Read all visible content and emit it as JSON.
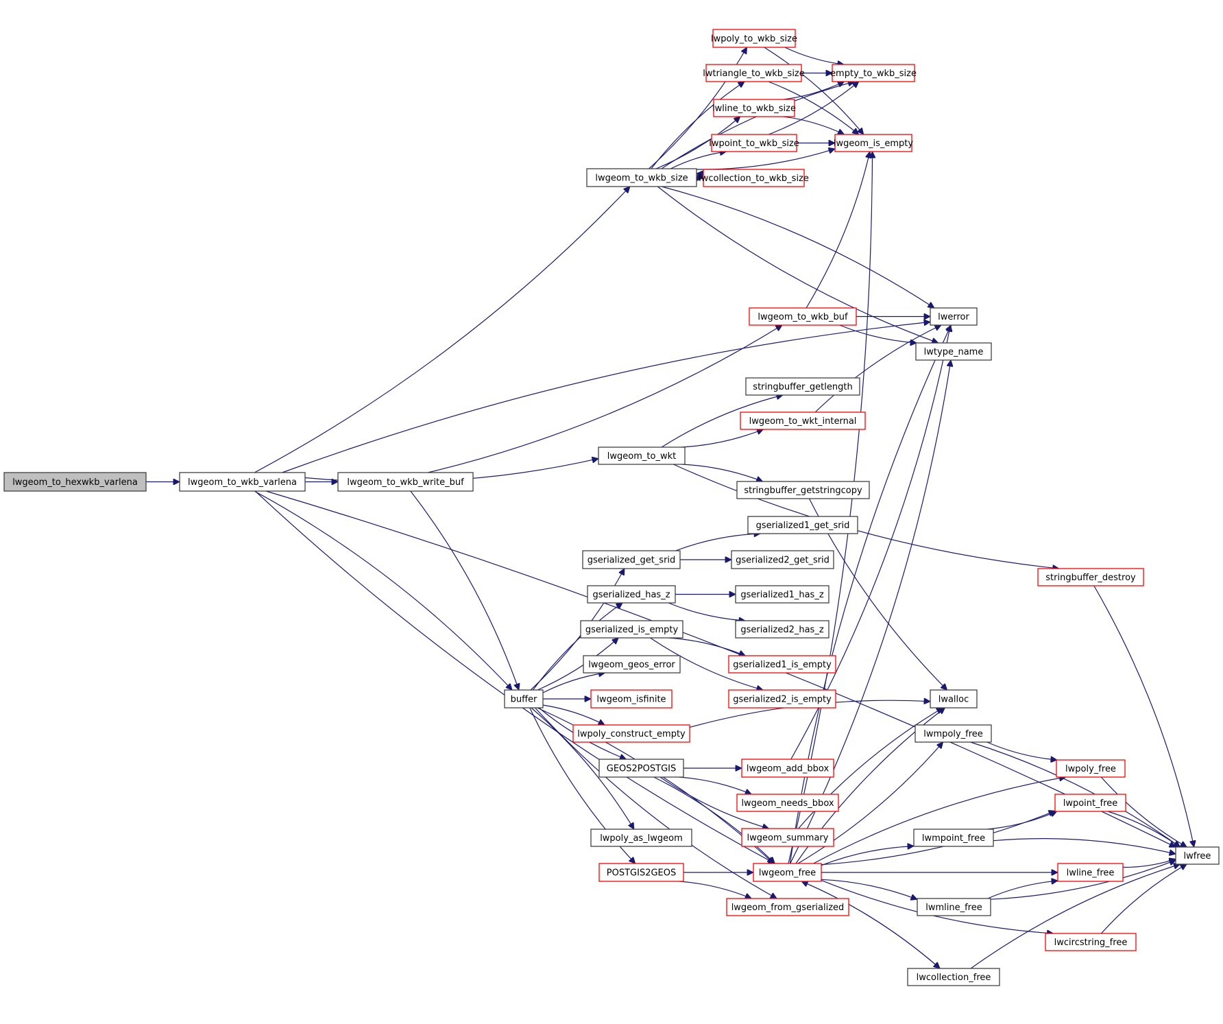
{
  "diagram": {
    "type": "call-graph",
    "colors": {
      "edge": "#191970",
      "root_fill": "#bfbfbf",
      "normal_border": "#404040",
      "truncated_border": "#ff0000"
    },
    "nodes": [
      {
        "id": "hexwkb_varlena",
        "label": "lwgeom_to_hexwkb_varlena",
        "kind": "root"
      },
      {
        "id": "wkb_varlena",
        "label": "lwgeom_to_wkb_varlena",
        "kind": "normal"
      },
      {
        "id": "wkb_write_buf",
        "label": "lwgeom_to_wkb_write_buf",
        "kind": "normal"
      },
      {
        "id": "wkb_size",
        "label": "lwgeom_to_wkb_size",
        "kind": "normal"
      },
      {
        "id": "poly_wkb_size",
        "label": "lwpoly_to_wkb_size",
        "kind": "truncated"
      },
      {
        "id": "triangle_wkb_size",
        "label": "lwtriangle_to_wkb_size",
        "kind": "truncated"
      },
      {
        "id": "line_wkb_size",
        "label": "lwline_to_wkb_size",
        "kind": "truncated"
      },
      {
        "id": "point_wkb_size",
        "label": "lwpoint_to_wkb_size",
        "kind": "truncated"
      },
      {
        "id": "collection_wkb_size",
        "label": "lwcollection_to_wkb_size",
        "kind": "truncated"
      },
      {
        "id": "empty_wkb_size",
        "label": "empty_to_wkb_size",
        "kind": "truncated"
      },
      {
        "id": "is_empty",
        "label": "lwgeom_is_empty",
        "kind": "truncated"
      },
      {
        "id": "wkb_buf",
        "label": "lwgeom_to_wkb_buf",
        "kind": "truncated"
      },
      {
        "id": "lwerror",
        "label": "lwerror",
        "kind": "normal"
      },
      {
        "id": "lwtype_name",
        "label": "lwtype_name",
        "kind": "normal"
      },
      {
        "id": "sb_getlength",
        "label": "stringbuffer_getlength",
        "kind": "normal"
      },
      {
        "id": "wkt_internal",
        "label": "lwgeom_to_wkt_internal",
        "kind": "truncated"
      },
      {
        "id": "to_wkt",
        "label": "lwgeom_to_wkt",
        "kind": "normal"
      },
      {
        "id": "sb_getstringcopy",
        "label": "stringbuffer_getstringcopy",
        "kind": "normal"
      },
      {
        "id": "sb_destroy",
        "label": "stringbuffer_destroy",
        "kind": "truncated"
      },
      {
        "id": "gs1_get_srid",
        "label": "gserialized1_get_srid",
        "kind": "normal"
      },
      {
        "id": "gs_get_srid",
        "label": "gserialized_get_srid",
        "kind": "normal"
      },
      {
        "id": "gs2_get_srid",
        "label": "gserialized2_get_srid",
        "kind": "normal"
      },
      {
        "id": "gs_has_z",
        "label": "gserialized_has_z",
        "kind": "normal"
      },
      {
        "id": "gs1_has_z",
        "label": "gserialized1_has_z",
        "kind": "normal"
      },
      {
        "id": "gs2_has_z",
        "label": "gserialized2_has_z",
        "kind": "normal"
      },
      {
        "id": "gs_is_empty",
        "label": "gserialized_is_empty",
        "kind": "normal"
      },
      {
        "id": "gs1_is_empty",
        "label": "gserialized1_is_empty",
        "kind": "truncated"
      },
      {
        "id": "gs2_is_empty",
        "label": "gserialized2_is_empty",
        "kind": "truncated"
      },
      {
        "id": "geos_error",
        "label": "lwgeom_geos_error",
        "kind": "normal"
      },
      {
        "id": "buffer",
        "label": "buffer",
        "kind": "normal"
      },
      {
        "id": "isfinite",
        "label": "lwgeom_isfinite",
        "kind": "truncated"
      },
      {
        "id": "poly_construct_empty",
        "label": "lwpoly_construct_empty",
        "kind": "truncated"
      },
      {
        "id": "lwalloc",
        "label": "lwalloc",
        "kind": "normal"
      },
      {
        "id": "geos2postgis",
        "label": "GEOS2POSTGIS",
        "kind": "normal"
      },
      {
        "id": "add_bbox",
        "label": "lwgeom_add_bbox",
        "kind": "truncated"
      },
      {
        "id": "needs_bbox",
        "label": "lwgeom_needs_bbox",
        "kind": "truncated"
      },
      {
        "id": "summary",
        "label": "lwgeom_summary",
        "kind": "truncated"
      },
      {
        "id": "poly_as_lwgeom",
        "label": "lwpoly_as_lwgeom",
        "kind": "normal"
      },
      {
        "id": "postgis2geos",
        "label": "POSTGIS2GEOS",
        "kind": "truncated"
      },
      {
        "id": "lwgeom_free",
        "label": "lwgeom_free",
        "kind": "truncated"
      },
      {
        "id": "from_gserialized",
        "label": "lwgeom_from_gserialized",
        "kind": "truncated"
      },
      {
        "id": "mpoly_free",
        "label": "lwmpoly_free",
        "kind": "normal"
      },
      {
        "id": "poly_free",
        "label": "lwpoly_free",
        "kind": "truncated"
      },
      {
        "id": "point_free",
        "label": "lwpoint_free",
        "kind": "truncated"
      },
      {
        "id": "mpoint_free",
        "label": "lwmpoint_free",
        "kind": "normal"
      },
      {
        "id": "line_free",
        "label": "lwline_free",
        "kind": "truncated"
      },
      {
        "id": "mline_free",
        "label": "lwmline_free",
        "kind": "normal"
      },
      {
        "id": "circstring_free",
        "label": "lwcircstring_free",
        "kind": "truncated"
      },
      {
        "id": "collection_free",
        "label": "lwcollection_free",
        "kind": "normal"
      },
      {
        "id": "lwfree",
        "label": "lwfree",
        "kind": "normal"
      }
    ],
    "edges": [
      [
        "hexwkb_varlena",
        "wkb_varlena"
      ],
      [
        "wkb_varlena",
        "wkb_write_buf"
      ],
      [
        "wkb_varlena",
        "wkb_size"
      ],
      [
        "wkb_varlena",
        "lwerror"
      ],
      [
        "wkb_varlena",
        "to_wkt"
      ],
      [
        "wkb_varlena",
        "buffer"
      ],
      [
        "wkb_varlena",
        "lwgeom_free"
      ],
      [
        "wkb_varlena",
        "lwfree"
      ],
      [
        "wkb_write_buf",
        "wkb_buf"
      ],
      [
        "wkb_write_buf",
        "buffer"
      ],
      [
        "wkb_size",
        "poly_wkb_size"
      ],
      [
        "wkb_size",
        "triangle_wkb_size"
      ],
      [
        "wkb_size",
        "line_wkb_size"
      ],
      [
        "wkb_size",
        "point_wkb_size"
      ],
      [
        "wkb_size",
        "collection_wkb_size"
      ],
      [
        "wkb_size",
        "empty_wkb_size"
      ],
      [
        "wkb_size",
        "is_empty"
      ],
      [
        "wkb_size",
        "lwerror"
      ],
      [
        "wkb_size",
        "lwtype_name"
      ],
      [
        "collection_wkb_size",
        "wkb_size"
      ],
      [
        "poly_wkb_size",
        "empty_wkb_size"
      ],
      [
        "poly_wkb_size",
        "is_empty"
      ],
      [
        "triangle_wkb_size",
        "empty_wkb_size"
      ],
      [
        "triangle_wkb_size",
        "is_empty"
      ],
      [
        "line_wkb_size",
        "empty_wkb_size"
      ],
      [
        "line_wkb_size",
        "is_empty"
      ],
      [
        "point_wkb_size",
        "empty_wkb_size"
      ],
      [
        "point_wkb_size",
        "is_empty"
      ],
      [
        "wkb_buf",
        "is_empty"
      ],
      [
        "wkb_buf",
        "lwerror"
      ],
      [
        "wkb_buf",
        "lwtype_name"
      ],
      [
        "to_wkt",
        "sb_getlength"
      ],
      [
        "to_wkt",
        "wkt_internal"
      ],
      [
        "to_wkt",
        "sb_getstringcopy"
      ],
      [
        "to_wkt",
        "sb_destroy"
      ],
      [
        "wkt_internal",
        "lwerror"
      ],
      [
        "sb_getstringcopy",
        "lwalloc"
      ],
      [
        "sb_destroy",
        "lwfree"
      ],
      [
        "buffer",
        "gs_get_srid"
      ],
      [
        "buffer",
        "gs_has_z"
      ],
      [
        "buffer",
        "gs_is_empty"
      ],
      [
        "buffer",
        "geos_error"
      ],
      [
        "buffer",
        "isfinite"
      ],
      [
        "buffer",
        "poly_construct_empty"
      ],
      [
        "buffer",
        "geos2postgis"
      ],
      [
        "buffer",
        "poly_as_lwgeom"
      ],
      [
        "buffer",
        "postgis2geos"
      ],
      [
        "buffer",
        "lwgeom_free"
      ],
      [
        "buffer",
        "from_gserialized"
      ],
      [
        "gs_get_srid",
        "gs1_get_srid"
      ],
      [
        "gs_get_srid",
        "gs2_get_srid"
      ],
      [
        "gs_has_z",
        "gs1_has_z"
      ],
      [
        "gs_has_z",
        "gs2_has_z"
      ],
      [
        "gs_is_empty",
        "gs1_is_empty"
      ],
      [
        "gs_is_empty",
        "gs2_is_empty"
      ],
      [
        "poly_construct_empty",
        "lwalloc"
      ],
      [
        "geos2postgis",
        "add_bbox"
      ],
      [
        "geos2postgis",
        "needs_bbox"
      ],
      [
        "geos2postgis",
        "summary"
      ],
      [
        "geos2postgis",
        "lwgeom_free"
      ],
      [
        "add_bbox",
        "lwerror"
      ],
      [
        "summary",
        "lwalloc"
      ],
      [
        "postgis2geos",
        "lwgeom_free"
      ],
      [
        "postgis2geos",
        "from_gserialized"
      ],
      [
        "lwgeom_free",
        "is_empty"
      ],
      [
        "lwgeom_free",
        "lwerror"
      ],
      [
        "lwgeom_free",
        "lwtype_name"
      ],
      [
        "lwgeom_free",
        "lwalloc"
      ],
      [
        "lwgeom_free",
        "mpoly_free"
      ],
      [
        "lwgeom_free",
        "poly_free"
      ],
      [
        "lwgeom_free",
        "point_free"
      ],
      [
        "lwgeom_free",
        "mpoint_free"
      ],
      [
        "lwgeom_free",
        "line_free"
      ],
      [
        "lwgeom_free",
        "mline_free"
      ],
      [
        "lwgeom_free",
        "circstring_free"
      ],
      [
        "lwgeom_free",
        "collection_free"
      ],
      [
        "collection_free",
        "lwgeom_free"
      ],
      [
        "collection_free",
        "lwfree"
      ],
      [
        "mpoly_free",
        "poly_free"
      ],
      [
        "mpoly_free",
        "lwfree"
      ],
      [
        "poly_free",
        "lwfree"
      ],
      [
        "point_free",
        "lwfree"
      ],
      [
        "mpoint_free",
        "point_free"
      ],
      [
        "mpoint_free",
        "lwfree"
      ],
      [
        "line_free",
        "lwfree"
      ],
      [
        "mline_free",
        "line_free"
      ],
      [
        "mline_free",
        "lwfree"
      ],
      [
        "circstring_free",
        "lwfree"
      ]
    ]
  }
}
